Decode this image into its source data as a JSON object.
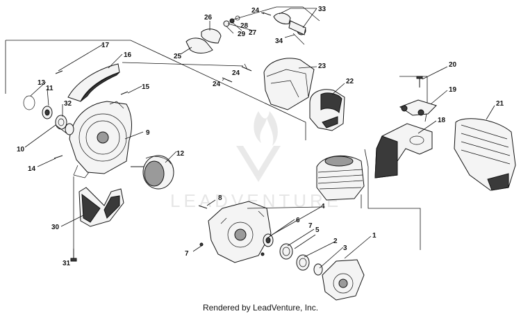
{
  "watermark": "LEADVENTURE",
  "footer": "Rendered by LeadVenture, Inc.",
  "callouts": [
    "1",
    "2",
    "3",
    "4",
    "5",
    "6",
    "7",
    "7",
    "8",
    "9",
    "10",
    "11",
    "12",
    "13",
    "14",
    "15",
    "16",
    "17",
    "18",
    "19",
    "20",
    "21",
    "22",
    "23",
    "24",
    "24",
    "24",
    "25",
    "26",
    "27",
    "28",
    "29",
    "30",
    "31",
    "32",
    "33",
    "34"
  ]
}
